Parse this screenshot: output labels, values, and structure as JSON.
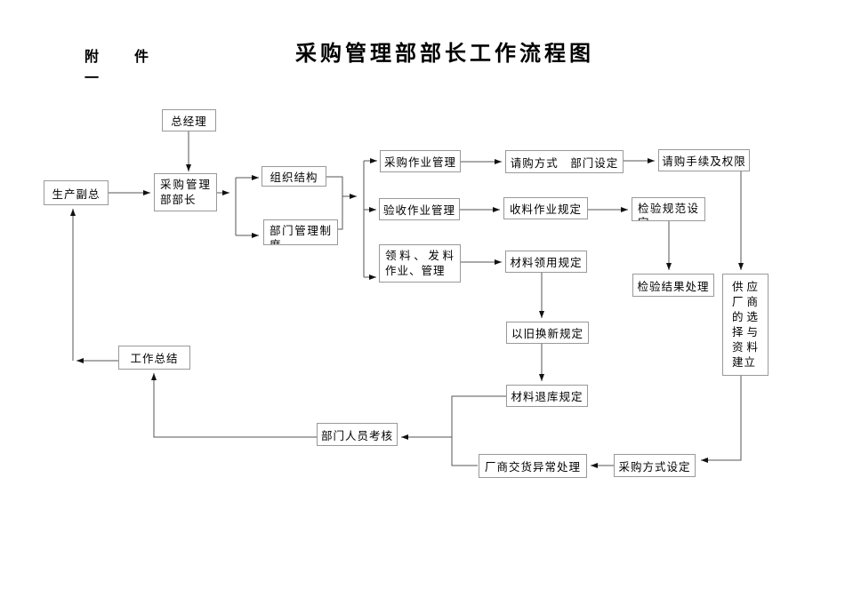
{
  "page": {
    "attachment_label": "附　件",
    "attachment_number": "一",
    "title": "采购管理部部长工作流程图"
  },
  "colors": {
    "background": "#ffffff",
    "box_border": "#999999",
    "connector_line": "#555555",
    "arrowhead": "#111111",
    "text": "#000000"
  },
  "nodes": {
    "general_manager": {
      "label": "总经理"
    },
    "production_vp": {
      "label": "生产副总"
    },
    "purchasing_dept_director": {
      "label": "采购管理部部长"
    },
    "org_structure": {
      "label": "组织结构"
    },
    "dept_management_system": {
      "label": "部门管理制度"
    },
    "purchasing_operation_mgmt": {
      "label": "采购作业管理"
    },
    "requisition_method_dept_setting": {
      "label": "请购方式　部门设定"
    },
    "requisition_procedures_authority": {
      "label": "请购手续及权限"
    },
    "inspection_operation_mgmt": {
      "label": "验收作业管理"
    },
    "material_receiving_rules": {
      "label": "收料作业规定"
    },
    "inspection_standard_setting": {
      "label": "检验规范设定"
    },
    "material_issue_operation_mgmt": {
      "label": "领料、发料作业、管理"
    },
    "material_requisition_rules": {
      "label": "材料领用规定"
    },
    "inspection_result_handling": {
      "label": "检验结果处理"
    },
    "supplier_selection": {
      "label": "供应厂商的选择与资料建立"
    },
    "old_for_new_rules": {
      "label": "以旧换新规定"
    },
    "work_summary": {
      "label": "工作总结"
    },
    "material_return_rules": {
      "label": "材料退库规定"
    },
    "dept_personnel_assessment": {
      "label": "部门人员考核"
    },
    "vendor_delivery_exception": {
      "label": "厂商交货异常处理"
    },
    "purchasing_method_setting": {
      "label": "采购方式设定"
    }
  },
  "edges": [
    {
      "from": "general_manager",
      "to": "purchasing_dept_director"
    },
    {
      "from": "production_vp",
      "to": "purchasing_dept_director"
    },
    {
      "from": "purchasing_dept_director",
      "to": "org_structure"
    },
    {
      "from": "purchasing_dept_director",
      "to": "dept_management_system"
    },
    {
      "from": "org_structure",
      "to": "purchasing_operation_mgmt"
    },
    {
      "from": "org_structure",
      "to": "inspection_operation_mgmt"
    },
    {
      "from": "org_structure",
      "to": "material_issue_operation_mgmt"
    },
    {
      "from": "dept_management_system",
      "to": "purchasing_operation_mgmt"
    },
    {
      "from": "dept_management_system",
      "to": "inspection_operation_mgmt"
    },
    {
      "from": "dept_management_system",
      "to": "material_issue_operation_mgmt"
    },
    {
      "from": "purchasing_operation_mgmt",
      "to": "requisition_method_dept_setting"
    },
    {
      "from": "requisition_method_dept_setting",
      "to": "requisition_procedures_authority"
    },
    {
      "from": "requisition_procedures_authority",
      "to": "supplier_selection"
    },
    {
      "from": "inspection_operation_mgmt",
      "to": "material_receiving_rules"
    },
    {
      "from": "material_receiving_rules",
      "to": "inspection_standard_setting"
    },
    {
      "from": "inspection_standard_setting",
      "to": "inspection_result_handling"
    },
    {
      "from": "material_issue_operation_mgmt",
      "to": "material_requisition_rules"
    },
    {
      "from": "material_requisition_rules",
      "to": "old_for_new_rules"
    },
    {
      "from": "old_for_new_rules",
      "to": "material_return_rules"
    },
    {
      "from": "supplier_selection",
      "to": "purchasing_method_setting"
    },
    {
      "from": "purchasing_method_setting",
      "to": "vendor_delivery_exception"
    },
    {
      "from": "material_return_rules",
      "to": "dept_personnel_assessment"
    },
    {
      "from": "vendor_delivery_exception",
      "to": "dept_personnel_assessment"
    },
    {
      "from": "dept_personnel_assessment",
      "to": "work_summary"
    },
    {
      "from": "work_summary",
      "to": "production_vp"
    }
  ]
}
